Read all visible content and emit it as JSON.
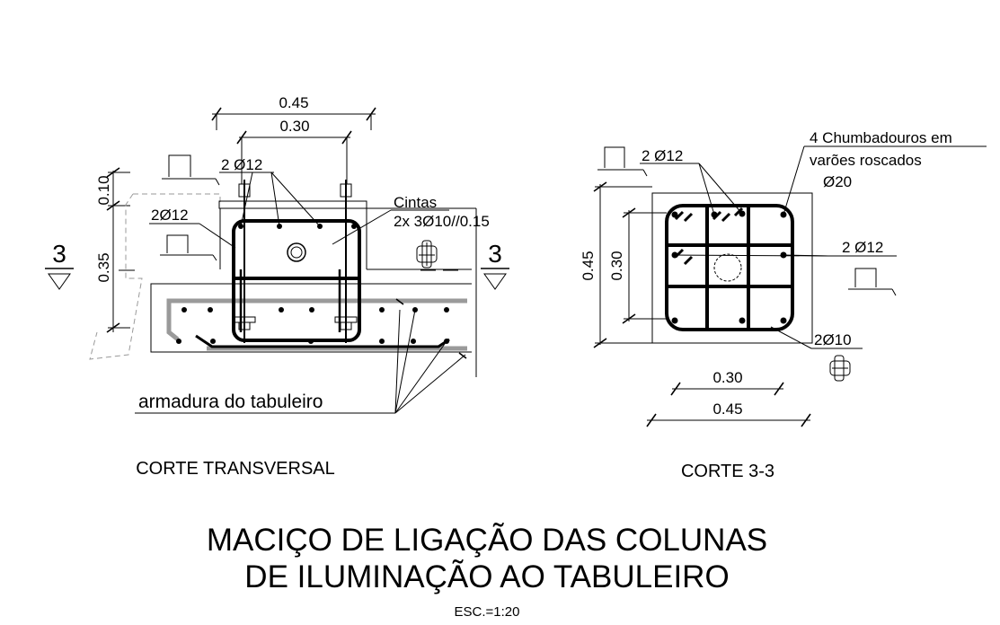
{
  "left_view": {
    "caption": "CORTE TRANSVERSAL",
    "dim_top_outer": "0.45",
    "dim_top_inner": "0.30",
    "dim_left_top": "0.10",
    "dim_left_main": "0.35",
    "label_bars_top": "2 Ø12",
    "label_bars_left": "2Ø12",
    "label_stirrups_title": "Cintas",
    "label_stirrups_spec": "2x 3Ø10//0.15",
    "section_mark_left": "3",
    "section_mark_right": "3",
    "label_deck_rebar": "armadura do tabuleiro"
  },
  "right_view": {
    "caption": "CORTE 3-3",
    "label_anchors_line1": "4 Chumbadouros em",
    "label_anchors_line2": "varões roscados",
    "label_anchors_line3": "Ø20",
    "label_bars_top": "2 Ø12",
    "label_bars_right": "2 Ø12",
    "label_stirrup": "2Ø10",
    "dim_left_outer": "0.45",
    "dim_left_inner": "0.30",
    "dim_bottom_inner": "0.30",
    "dim_bottom_outer": "0.45"
  },
  "title_line1": "MACIÇO DE LIGAÇÃO DAS COLUNAS",
  "title_line2": "DE ILUMINAÇÃO AO TABULEIRO",
  "scale": "ESC.=1:20"
}
